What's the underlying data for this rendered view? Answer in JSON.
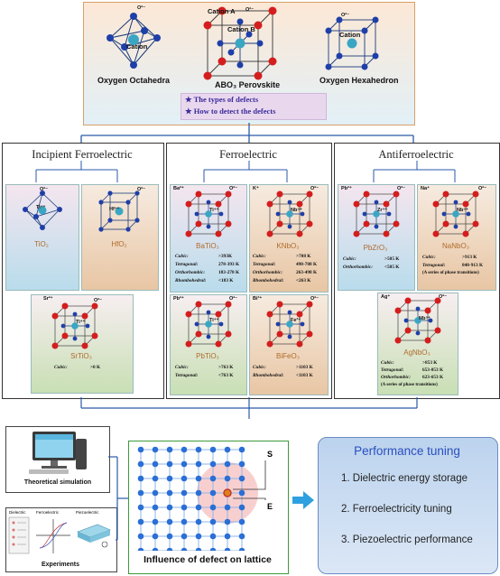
{
  "top": {
    "octahedra": {
      "ion": "O²⁻",
      "center": "Cation",
      "caption": "Oxygen Octahedra"
    },
    "perovskite": {
      "cation_a": "Cation A",
      "ion": "O²⁻",
      "cation_b": "Cation B",
      "caption": "ABO₃ Perovskite"
    },
    "hexahedron": {
      "ion": "O²⁻",
      "center": "Cation",
      "caption": "Oxygen Hexahedron"
    },
    "defects": [
      "The types of defects",
      "How to detect the defects"
    ],
    "star": "★"
  },
  "panels": {
    "incipient": {
      "title": "Incipient Ferroelectric",
      "tio2": {
        "name": "TiO₂",
        "ion": "O²⁻",
        "center": "Ti⁴⁺"
      },
      "hfo2": {
        "name": "HfO₂",
        "ion": "O²⁻",
        "center": "Hf⁴⁺"
      },
      "srtio3": {
        "name": "SrTiO₃",
        "a_ion": "Sr²⁺",
        "ion": "O²⁻",
        "center": "Ti⁴⁺",
        "rows": [
          {
            "k": "Cubic:",
            "v": ">0 K"
          }
        ]
      }
    },
    "ferro": {
      "title": "Ferroelectric",
      "batio3": {
        "name": "BaTiO₃",
        "a_ion": "Ba²⁺",
        "ion": "O²⁻",
        "center": "Ti⁴⁺",
        "rows": [
          {
            "k": "Cubic:",
            "v": ">393K"
          },
          {
            "k": "Tetragonal:",
            "v": "278-393 K"
          },
          {
            "k": "Orthorhombic:",
            "v": "183-278 K"
          },
          {
            "k": "Rhombohedral:",
            "v": "<183 K"
          }
        ]
      },
      "knbo3": {
        "name": "KNbO₃",
        "a_ion": "K⁺",
        "ion": "O²⁻",
        "center": "Nb⁵⁺",
        "rows": [
          {
            "k": "Cubic:",
            "v": ">708 K"
          },
          {
            "k": "Tetragonal:",
            "v": "498-708 K"
          },
          {
            "k": "Orthorhombic:",
            "v": "263-498 K"
          },
          {
            "k": "Rhombohedral:",
            "v": "<263 K"
          }
        ]
      },
      "pbtio3": {
        "name": "PbTiO₃",
        "a_ion": "Pb²⁺",
        "ion": "O²⁻",
        "center": "Ti⁴⁺",
        "rows": [
          {
            "k": "Cubic:",
            "v": ">763 K"
          },
          {
            "k": "Tetragonal:",
            "v": "<763 K"
          }
        ]
      },
      "bifeo3": {
        "name": "BiFeO₃",
        "a_ion": "Bi³⁺",
        "ion": "O²⁻",
        "center": "Fe³⁺",
        "rows": [
          {
            "k": "Cubic:",
            "v": ">1103 K"
          },
          {
            "k": "Rhombohedral:",
            "v": "<1103 K"
          }
        ]
      }
    },
    "antiferro": {
      "title": "Antiferroelectric",
      "pbzro3": {
        "name": "PbZrO₃",
        "a_ion": "Pb²⁺",
        "ion": "O²⁻",
        "center": "Zr⁴⁺",
        "rows": [
          {
            "k": "Cubic:",
            "v": ">505 K"
          },
          {
            "k": "Orthorhombic:",
            "v": "<505 K"
          }
        ]
      },
      "nanbo3": {
        "name": "NaNbO₃",
        "a_ion": "Na⁺",
        "ion": "O²⁻",
        "center": "Nb⁵⁺",
        "rows": [
          {
            "k": "Cubic:",
            "v": ">913 K"
          },
          {
            "k": "Tetragonal:",
            "v": "848-913 K"
          }
        ],
        "note": "(A series of phase transitions)"
      },
      "agnbo3": {
        "name": "AgNbO₃",
        "a_ion": "Ag⁺",
        "ion": "O²⁻",
        "center": "Nb⁵⁺",
        "rows": [
          {
            "k": "Cubic:",
            "v": ">853 K"
          },
          {
            "k": "Tetragonal:",
            "v": "653-853 K"
          },
          {
            "k": "Orthorhombic:",
            "v": "623-653 K"
          }
        ],
        "note": "(A series of phase transitions)"
      }
    }
  },
  "bottom": {
    "theoretical": "Theoretical simulation",
    "experiments": "Experiments",
    "exp_labels": {
      "dielectric": "Dielectric",
      "ferroelectric": "Ferroelectric",
      "piezoelectric": "Piezoelectric"
    },
    "lattice_caption": "Influence of defect on lattice",
    "s_label": "S",
    "e_label": "E",
    "performance": {
      "title": "Performance tuning",
      "items": [
        "1. Dielectric energy storage",
        "2. Ferroelectricity tuning",
        "3. Piezoelectric performance"
      ]
    }
  },
  "colors": {
    "oxygen": "#d41e1e",
    "center_cation": "#3aa6c4",
    "a_cation": "#1f3fa8",
    "lattice_node": "#2a6fd6",
    "defect": "#e0801a",
    "accent": "#2a4fbf"
  }
}
